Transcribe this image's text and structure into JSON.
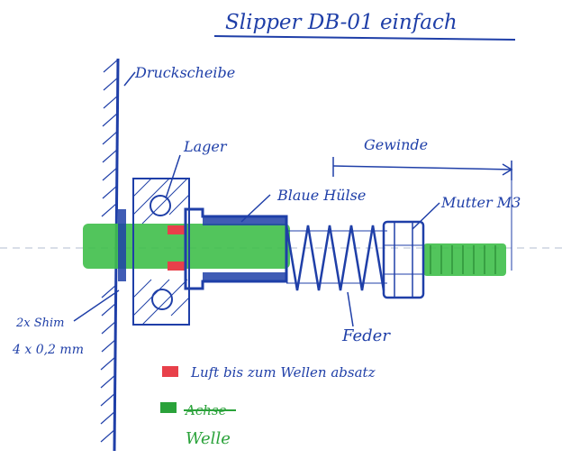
{
  "title": "Slipper DB-01 einfach",
  "labels": {
    "druckscheibe": "Druckscheibe",
    "lager": "Lager",
    "gewinde": "Gewinde",
    "blaue_huelse": "Blaue Hülse",
    "mutter": "Mutter M3",
    "feder": "Feder",
    "shim_line1": "2x Shim",
    "shim_line2": "4 x 0,2 mm"
  },
  "legend": {
    "red_text": "Luft bis zum Wellen absatz",
    "green_struck_text": "Achse",
    "green_text": "Welle"
  },
  "colors": {
    "ink": "#1f3fa8",
    "shaft_green": "#3fbf4a",
    "gap_red": "#e8404a",
    "paper": "#ffffff"
  }
}
